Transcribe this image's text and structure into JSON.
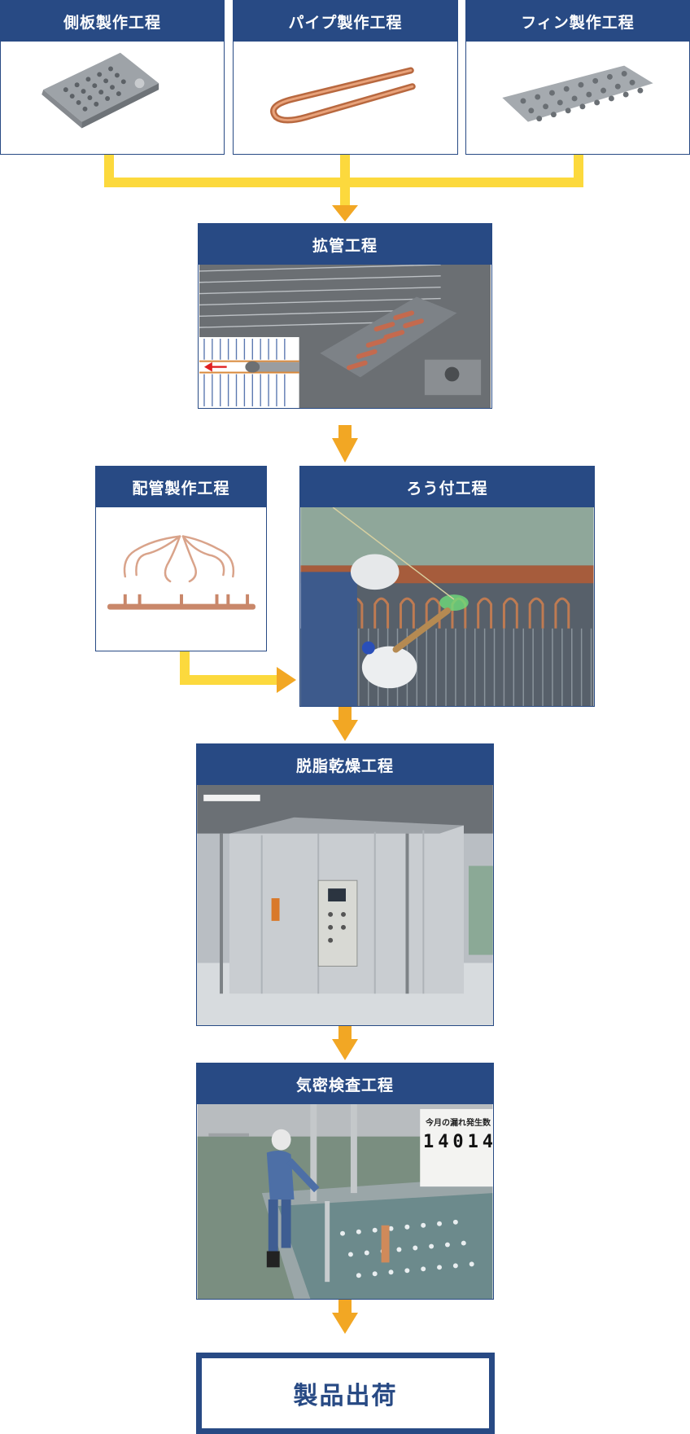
{
  "steps": {
    "side_plate": "側板製作工程",
    "pipe": "パイプ製作工程",
    "fin": "フィン製作工程",
    "expansion": "拡管工程",
    "piping": "配管製作工程",
    "brazing": "ろう付工程",
    "degrease_dry": "脱脂乾燥工程",
    "airtight": "気密検査工程",
    "shipment": "製品出荷"
  },
  "photo_text": {
    "board_title": "今月の漏れ発生数",
    "board_digits": [
      "1",
      "4",
      "0",
      "1",
      "4"
    ]
  },
  "colors": {
    "header": "#284a84",
    "connector": "#fcd93d",
    "arrow": "#f2a724"
  }
}
